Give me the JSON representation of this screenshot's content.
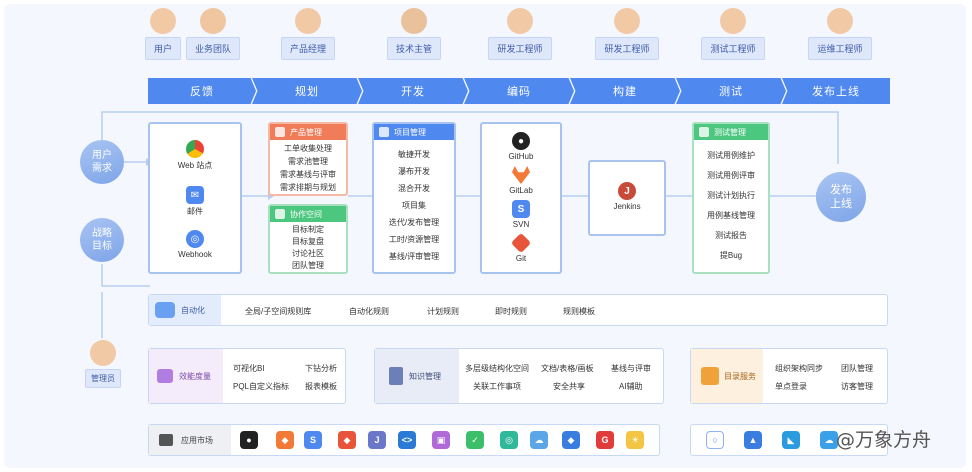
{
  "roles": [
    "用户",
    "业务团队",
    "产品经理",
    "技术主管",
    "研发工程师",
    "研发工程师",
    "测试工程师",
    "运维工程师"
  ],
  "stages": [
    "反馈",
    "规划",
    "开发",
    "编码",
    "构建",
    "测试",
    "发布上线"
  ],
  "left_circles": {
    "user_demand": "用户\n需求",
    "strategic_goal": "战略\n目标",
    "admin": "管理员"
  },
  "release_circle": "发布\n上线",
  "sources": {
    "web": "Web 站点",
    "mail": "邮件",
    "webhook": "Webhook"
  },
  "product_mgmt": {
    "title": "产品管理",
    "items": [
      "工单收集处理",
      "需求池管理",
      "需求基线与评审",
      "需求排期与规划"
    ]
  },
  "collab": {
    "title": "协作空间",
    "items": [
      "目标制定",
      "目标复盘",
      "讨论社区",
      "团队管理"
    ]
  },
  "project_mgmt": {
    "title": "项目管理",
    "items": [
      "敏捷开发",
      "瀑布开发",
      "混合开发",
      "项目集",
      "迭代/发布管理",
      "工时/资源管理",
      "基线/评审管理"
    ]
  },
  "code_tools": [
    "GitHub",
    "GitLab",
    "SVN",
    "Git"
  ],
  "build_tool": "Jenkins",
  "test_mgmt": {
    "title": "测试管理",
    "items": [
      "测试用例维护",
      "测试用例评审",
      "测试计划执行",
      "用例基线管理",
      "测试报告",
      "提Bug"
    ]
  },
  "automation": {
    "title": "自动化",
    "items": [
      "全局/子空间规则库",
      "自动化规则",
      "计划规则",
      "即时规则",
      "规则模板"
    ]
  },
  "metrics": {
    "title": "效能度量",
    "items": [
      "可视化BI",
      "下钻分析",
      "PQL自定义指标",
      "报表模板"
    ]
  },
  "knowledge": {
    "title": "知识管理",
    "items": [
      "多层级结构化空间",
      "文档/表格/画板",
      "基线与评审",
      "关联工作事项",
      "安全共享",
      "AI辅助"
    ]
  },
  "directory": {
    "title": "目录服务",
    "items": [
      "组织架构同步",
      "团队管理",
      "单点登录",
      "访客管理"
    ]
  },
  "market": {
    "title": "应用市场"
  },
  "watermark": "@万象方舟",
  "colors": {
    "stage": "#4f88ee",
    "product": "#f07c5a",
    "collab": "#4cc77f",
    "project": "#4f88ee",
    "test": "#4cc77f"
  }
}
